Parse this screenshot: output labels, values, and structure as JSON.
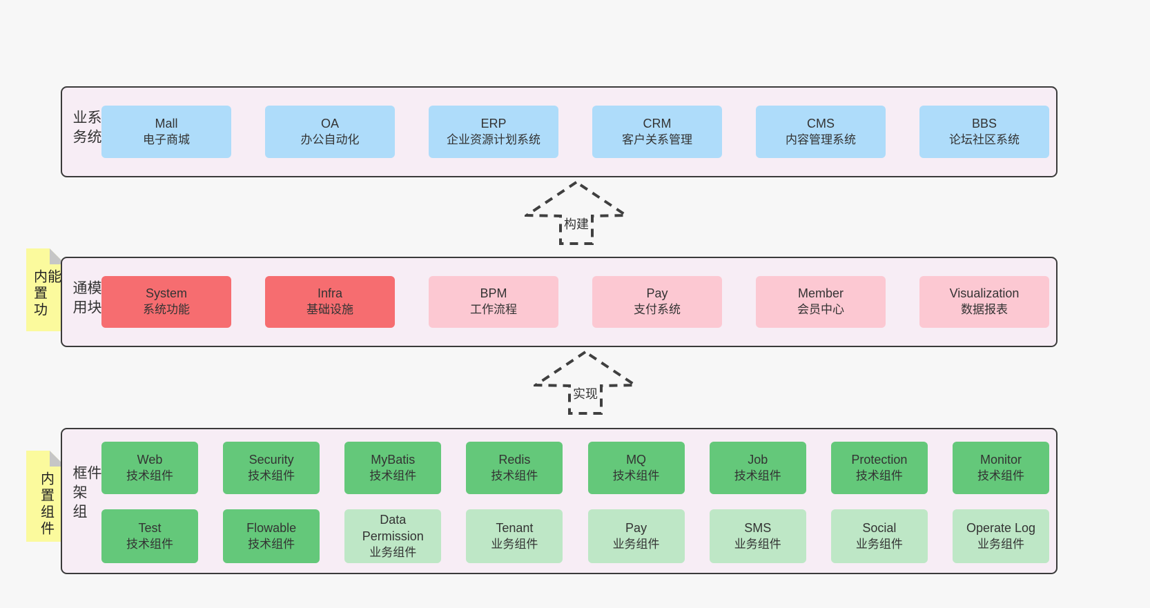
{
  "colors": {
    "page_bg": "#f7f7f7",
    "panel_bg": "#f7edf5",
    "panel_border": "#3a3a3a",
    "blue": "#aedcfa",
    "red": "#f66d70",
    "pink": "#fcc8d2",
    "green": "#64c87a",
    "green_light": "#bee7c6",
    "note_yellow": "#fbfa9d",
    "note_fold": "#c6c6c6",
    "arrow": "#3f3f3f",
    "text": "#333333"
  },
  "business": {
    "label": "业务系统",
    "boxes": [
      {
        "name": "Mall",
        "desc": "电子商城"
      },
      {
        "name": "OA",
        "desc": "办公自动化"
      },
      {
        "name": "ERP",
        "desc": "企业资源计划系统"
      },
      {
        "name": "CRM",
        "desc": "客户关系管理"
      },
      {
        "name": "CMS",
        "desc": "内容管理系统"
      },
      {
        "name": "BBS",
        "desc": "论坛社区系统"
      }
    ]
  },
  "arrows": {
    "build": {
      "label": "构建"
    },
    "impl": {
      "label": "实现"
    }
  },
  "modules": {
    "label": "通用模块",
    "note": "内置功能",
    "boxes": [
      {
        "name": "System",
        "desc": "系统功能"
      },
      {
        "name": "Infra",
        "desc": "基础设施"
      },
      {
        "name": "BPM",
        "desc": "工作流程"
      },
      {
        "name": "Pay",
        "desc": "支付系统"
      },
      {
        "name": "Member",
        "desc": "会员中心"
      },
      {
        "name": "Visualization",
        "desc": "数据报表"
      }
    ]
  },
  "components": {
    "label": "框架组件",
    "note": "内置组件",
    "row1": [
      {
        "name": "Web",
        "desc": "技术组件"
      },
      {
        "name": "Security",
        "desc": "技术组件"
      },
      {
        "name": "MyBatis",
        "desc": "技术组件"
      },
      {
        "name": "Redis",
        "desc": "技术组件"
      },
      {
        "name": "MQ",
        "desc": "技术组件"
      },
      {
        "name": "Job",
        "desc": "技术组件"
      },
      {
        "name": "Protection",
        "desc": "技术组件"
      },
      {
        "name": "Monitor",
        "desc": "技术组件"
      }
    ],
    "row2": [
      {
        "name": "Test",
        "desc": "技术组件"
      },
      {
        "name": "Flowable",
        "desc": "技术组件"
      },
      {
        "name": "Data Permission",
        "desc": "业务组件"
      },
      {
        "name": "Tenant",
        "desc": "业务组件"
      },
      {
        "name": "Pay",
        "desc": "业务组件"
      },
      {
        "name": "SMS",
        "desc": "业务组件"
      },
      {
        "name": "Social",
        "desc": "业务组件"
      },
      {
        "name": "Operate Log",
        "desc": "业务组件"
      }
    ]
  }
}
